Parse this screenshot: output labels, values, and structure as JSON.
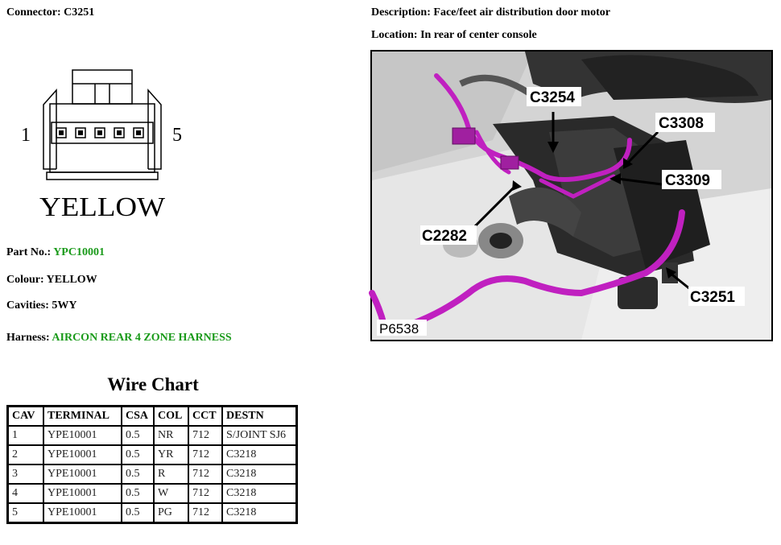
{
  "connector": {
    "label": "Connector:",
    "value": "C3251"
  },
  "description": {
    "label": "Description:",
    "value": "Face/feet air distribution door motor"
  },
  "location": {
    "label": "Location:",
    "value": "In rear of center console"
  },
  "drawing": {
    "pin_left": "1",
    "pin_right": "5",
    "color_label": "YELLOW",
    "pin_count": 5
  },
  "part_no": {
    "label": "Part No.:",
    "value": "YPC10001"
  },
  "colour": {
    "label": "Colour:",
    "value": "YELLOW"
  },
  "cavities": {
    "label": "Cavities:",
    "value": "5WY"
  },
  "harness": {
    "label": "Harness:",
    "value": "AIRCON REAR 4 ZONE HARNESS"
  },
  "wire_chart": {
    "title": "Wire Chart",
    "headers": [
      "CAV",
      "TERMINAL",
      "CSA",
      "COL",
      "CCT",
      "DESTN"
    ],
    "rows": [
      [
        "1",
        "YPE10001",
        "0.5",
        "NR",
        "712",
        "S/JOINT SJ6"
      ],
      [
        "2",
        "YPE10001",
        "0.5",
        "YR",
        "712",
        "C3218"
      ],
      [
        "3",
        "YPE10001",
        "0.5",
        "R",
        "712",
        "C3218"
      ],
      [
        "4",
        "YPE10001",
        "0.5",
        "W",
        "712",
        "C3218"
      ],
      [
        "5",
        "YPE10001",
        "0.5",
        "PG",
        "712",
        "C3218"
      ]
    ]
  },
  "photo": {
    "callouts": [
      "C3254",
      "C3308",
      "C3309",
      "C2282",
      "C3251"
    ],
    "figure_id": "P6538",
    "harness_color": "#c020c0"
  },
  "colors": {
    "value_green": "#1a9a1a"
  }
}
